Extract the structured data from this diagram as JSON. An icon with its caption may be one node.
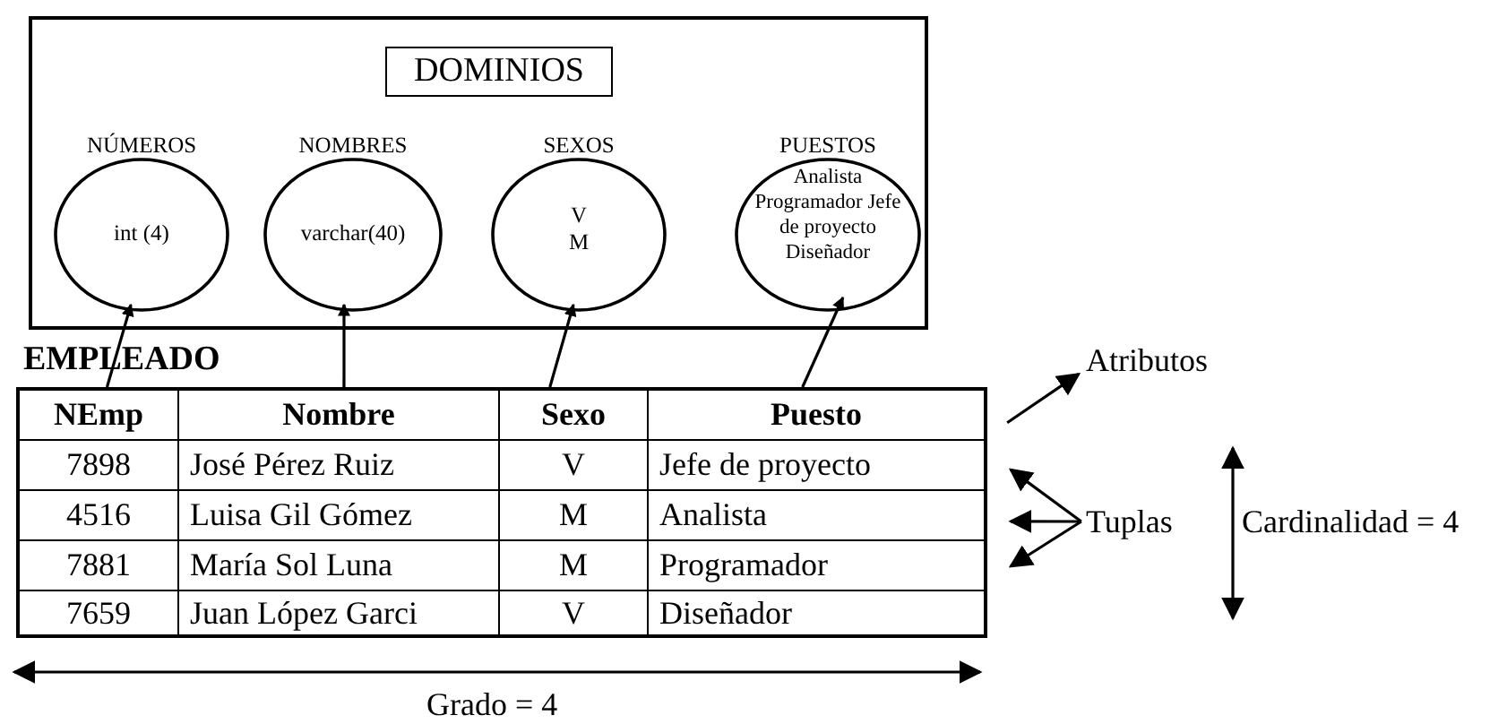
{
  "diagram": {
    "nodes": [
      {
        "text": [],
        "shape": "box"
      },
      {
        "text": [
          "DOMINIOS"
        ],
        "in": 0
      },
      {
        "text": [
          "NÚMEROS",
          "int (4)"
        ],
        "in": 0
      },
      {
        "text": [
          "NOMBRES",
          "varchar(40)"
        ],
        "in": 0
      },
      {
        "text": [
          "SEXOS",
          "V M"
        ],
        "in": 0
      },
      {
        "text": [
          "PUESTOS",
          "Analista Programador Jefe de proyecto Diseñador"
        ],
        "in": 0
      },
      {
        "text": [
          "EMPLEADO"
        ]
      },
      {
        "text": [
          "NEmp"
        ],
        "in": 6
      },
      {
        "text": [
          "Nombre"
        ],
        "in": 6
      },
      {
        "text": [
          "Sexo"
        ],
        "in": 6
      },
      {
        "text": [
          "Puesto"
        ],
        "in": 6
      },
      {
        "text": [
          "Atributos"
        ]
      },
      {
        "text": [
          "Tuplas"
        ]
      }
    ],
    "edges": [
      {
        "from": 7,
        "to": 2,
        "arrow": "to"
      },
      {
        "from": 8,
        "to": 3,
        "arrow": "to"
      },
      {
        "from": 9,
        "to": 4,
        "arrow": "to"
      },
      {
        "from": 10,
        "to": 5,
        "arrow": "to"
      },
      {
        "from": 10,
        "to": 11,
        "arrow": "to"
      },
      {
        "from": 12,
        "to": 6,
        "arrow": "to"
      },
      {
        "from": 12,
        "to": 6,
        "arrow": "to"
      },
      {
        "from": 12,
        "to": 6,
        "arrow": "to"
      }
    ],
    "labels": [
      "7898",
      "José Pérez Ruiz",
      "V",
      "Jefe de proyecto",
      "4516",
      "Luisa Gil Gómez",
      "M",
      "Analista",
      "7881",
      "María Sol Luna",
      "M",
      "Programador",
      "7659",
      "Juan López Garci",
      "V",
      "Diseñador",
      "Cardinalidad = 4",
      "Grado = 4"
    ]
  }
}
